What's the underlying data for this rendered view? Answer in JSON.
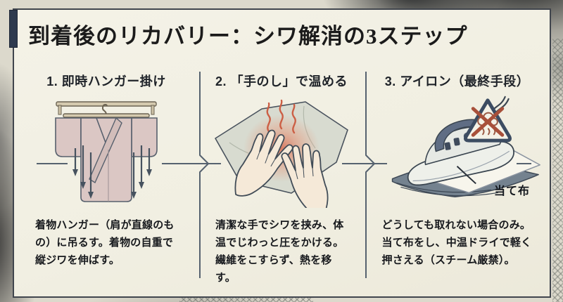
{
  "title": "到着後のリカバリー：シワ解消の3ステップ",
  "steps": [
    {
      "heading": "1. 即時ハンガー掛け",
      "description": "着物ハンガー（肩が直線のもの）に吊るす。着物の自重で縦ジワを伸ばす。",
      "illustration": "kimono-on-hanger-icon"
    },
    {
      "heading": "2. 「手のし」で温める",
      "description": "清潔な手でシワを挟み、体温でじわっと圧をかける。繊維をこすらず、熱を移す。",
      "illustration": "hands-pressing-cloth-icon"
    },
    {
      "heading": "3. アイロン（最終手段）",
      "description": "どうしても取れない場合のみ。当て布をし、中温ドライで軽く押さえる（スチーム厳禁）。",
      "illustration": "iron-on-pressing-cloth-icon",
      "callout_label": "当て布"
    }
  ],
  "colors": {
    "card_background": "#f1efe2",
    "outer_ink_wash": "#16181a",
    "title_text": "#1b1b1b",
    "accent_bar": "#2e3a4e",
    "flow_line": "#56626f",
    "kimono_fill": "#dbc7c4",
    "hanger_wood": "#d5caaf",
    "arrow": "#46525f",
    "warm_glow": "#d96a4e",
    "cloth_fill": "#d8dbd0",
    "hand_fill": "#f5e9d8",
    "iron_body": "#eef0ea",
    "iron_handle": "#5f6d84",
    "folded_fabric": "#74828f",
    "warning_triangle": "#3c4c62",
    "warning_cross": "#a8503a"
  }
}
